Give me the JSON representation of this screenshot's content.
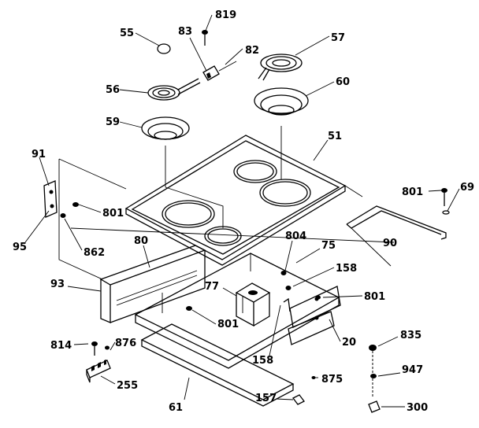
{
  "colors": {
    "ink": "#000000",
    "paper": "#ffffff"
  },
  "callouts": {
    "c819": "819",
    "c83": "83",
    "c82": "82",
    "c55": "55",
    "c57": "57",
    "c56": "56",
    "c60": "60",
    "c59": "59",
    "c51": "51",
    "c91": "91",
    "c801a": "801",
    "c801b": "801",
    "c801c": "801",
    "c801d": "801",
    "c69": "69",
    "c95": "95",
    "c862": "862",
    "c90": "90",
    "c80": "80",
    "c804": "804",
    "c75": "75",
    "c158a": "158",
    "c158b": "158",
    "c93": "93",
    "c77": "77",
    "c20": "20",
    "c835": "835",
    "c814": "814",
    "c876": "876",
    "c947": "947",
    "c255": "255",
    "c875": "875",
    "c61": "61",
    "c157": "157",
    "c300": "300"
  }
}
